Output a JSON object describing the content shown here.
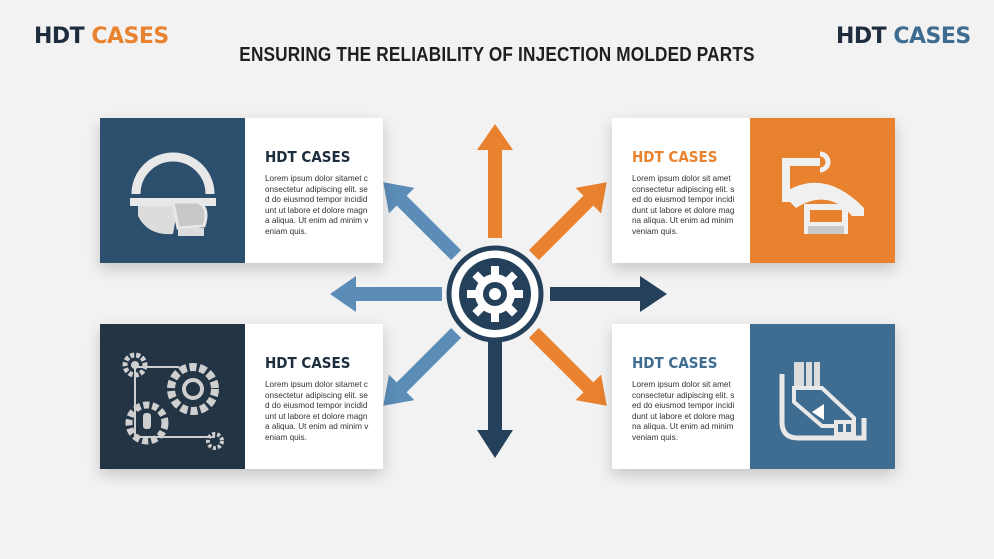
{
  "header": {
    "logo_left_part1": "HDT ",
    "logo_left_part2": "CASES",
    "logo_right_part1": "HDT ",
    "logo_right_part2": "CASES",
    "title": "ENSURING THE RELIABILITY OF INJECTION MOLDED PARTS"
  },
  "cards": [
    {
      "title": "HDT CASES",
      "body": "Lorem ipsum dolor sitamet consectetur adipiscing elit. sed do eiusmod tempor incididunt ut labore et dolore magna aliqua. Ut enim ad minim veniam quis."
    },
    {
      "title": "HDT CASES",
      "body": "Lorem ipsum dolor sit amet consectetur adipiscing elit. sed do eiusmod tempor incididunt ut labore et dolore magna aliqua. Ut enim ad minim veniam quis."
    },
    {
      "title": "HDT CASES",
      "body": "Lorem ipsum dolor sitamet consectetur adipiscing elit. sed do eiusmod tempor incididunt ut labore et dolore magna aliqua. Ut enim ad minim veniam quis."
    },
    {
      "title": "HDT CASES",
      "body": "Lorem ipsum dolor sit amet consectetur adipiscing elit. sed do eiusmod tempor incididunt ut labore et dolore magna aliqua. Ut enim ad minim veniam quis."
    }
  ],
  "icons": {
    "hub": "gear-icon",
    "card1": "mold-tool-icon",
    "card2": "robot-arm-icon",
    "card3": "gears-touch-icon",
    "card4": "conveyor-part-icon"
  },
  "colors": {
    "navy": "#2d4f6e",
    "dark": "#233445",
    "orange": "#e8822f",
    "blue": "#3f6d92",
    "light_blue": "#5b8db8"
  }
}
